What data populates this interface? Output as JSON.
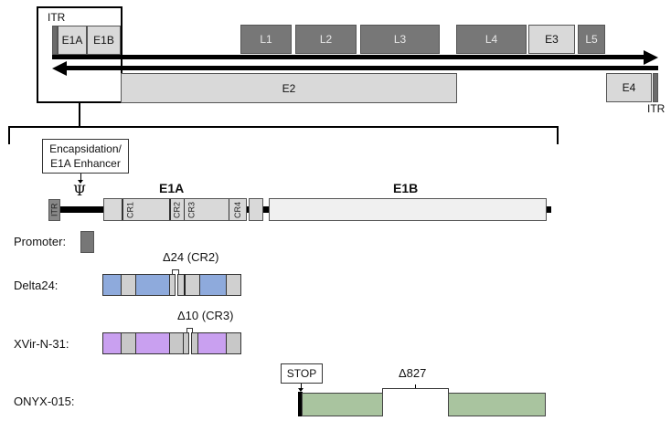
{
  "genome_map": {
    "itr_left_label": "ITR",
    "itr_right_label": "ITR",
    "early_left": [
      {
        "label": "E1A"
      },
      {
        "label": "E1B"
      }
    ],
    "late_genes": [
      {
        "label": "L1",
        "shade": "dark"
      },
      {
        "label": "L2",
        "shade": "dark"
      },
      {
        "label": "L3",
        "shade": "dark"
      },
      {
        "label": "L4",
        "shade": "dark"
      },
      {
        "label": "E3",
        "shade": "light"
      },
      {
        "label": "L5",
        "shade": "dark"
      }
    ],
    "lower_strand": [
      {
        "label": "E2"
      },
      {
        "label": "E4"
      }
    ]
  },
  "e1_detail": {
    "enhancer_box": "Encapsidation/\nE1A Enhancer",
    "enhancer_line1": "Encapsidation/",
    "enhancer_line2": "E1A Enhancer",
    "psi_symbol": "Ψ",
    "itr_label": "ITR",
    "e1a_label": "E1A",
    "e1b_label": "E1B",
    "cr_regions": [
      "CR1",
      "CR2",
      "CR3",
      "CR4"
    ]
  },
  "legend": {
    "promoter_label": "Promoter:"
  },
  "constructs": [
    {
      "name": "Delta24:",
      "deletion": "Δ24 (CR2)",
      "color": "#8eaadc"
    },
    {
      "name": "XVir-N-31:",
      "deletion": "Δ10 (CR3)",
      "color": "#c9a0f0"
    },
    {
      "name": "ONYX-015:",
      "deletion": "Δ827",
      "stop_label": "STOP",
      "color": "#a9c49f"
    }
  ],
  "colors": {
    "dark_gene": "#777777",
    "light_gene": "#d9d9d9",
    "e1b_fill": "#f0f0f0",
    "delta24_blue": "#8eaadc",
    "xvir_purple": "#c9a0f0",
    "onyx_green": "#a9c49f"
  }
}
